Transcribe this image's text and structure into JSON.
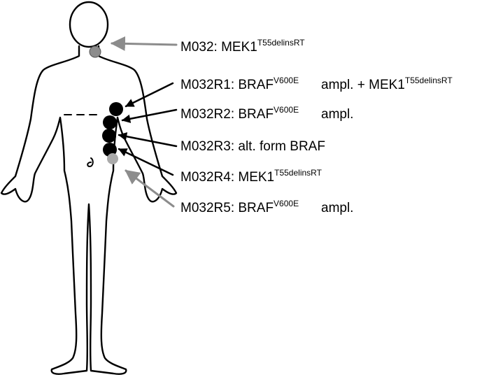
{
  "colors": {
    "outline": "#000000",
    "background": "#ffffff",
    "black_marker": "#000000",
    "gray_marker": "#8c8c8c",
    "light_gray_marker": "#aaaaaa"
  },
  "labels": [
    {
      "name": "M032",
      "prefix": "M032: MEK1",
      "sup": "T55delinsRT",
      "suffix": "",
      "sup2": "",
      "marker": "neck-gray",
      "arrow_color": "gray"
    },
    {
      "name": "M032R1",
      "prefix": "M032R1: BRAF",
      "sup": "V600E",
      "suffix": "ampl. + MEK1",
      "sup2": "T55delinsRT",
      "marker": "black-1",
      "arrow_color": "black"
    },
    {
      "name": "M032R2",
      "prefix": "M032R2: BRAF",
      "sup": "V600E",
      "suffix": "ampl.",
      "sup2": "",
      "marker": "black-2",
      "arrow_color": "black"
    },
    {
      "name": "M032R3",
      "prefix": "M032R3: alt. form BRAF",
      "sup": "",
      "suffix": "",
      "sup2": "",
      "marker": "black-3",
      "arrow_color": "black"
    },
    {
      "name": "M032R4",
      "prefix": "M032R4: MEK1",
      "sup": "T55delinsRT",
      "suffix": "",
      "sup2": "",
      "marker": "black-4",
      "arrow_color": "black"
    },
    {
      "name": "M032R5",
      "prefix": "M032R5: BRAF",
      "sup": "V600E",
      "suffix": "ampl.",
      "sup2": "",
      "marker": "gray-5",
      "arrow_color": "gray"
    }
  ]
}
